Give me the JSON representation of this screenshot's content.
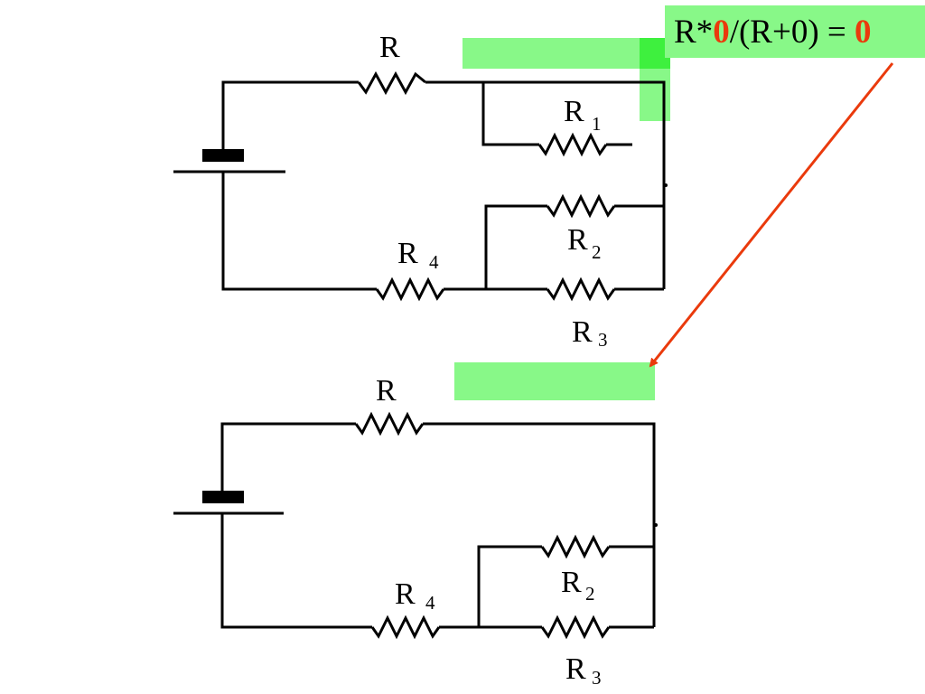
{
  "colors": {
    "highlight": "#88f888",
    "highlight_strong": "#3ef03e",
    "arrow": "#ea3a0c",
    "wire": "#000000"
  },
  "formula": {
    "prefix": "R*",
    "zero1": "0",
    "middle": "/(R+0) = ",
    "zero2": "0"
  },
  "top_circuit": {
    "resistor_r": "R",
    "r1": "R",
    "r1_sub": "1",
    "r2": "R",
    "r2_sub": "2",
    "r3": "R",
    "r3_sub": "3",
    "r4": "R",
    "r4_sub": "4"
  },
  "bottom_circuit": {
    "resistor_r": "R",
    "r2": "R",
    "r2_sub": "2",
    "r3": "R",
    "r3_sub": "3",
    "r4": "R",
    "r4_sub": "4"
  }
}
